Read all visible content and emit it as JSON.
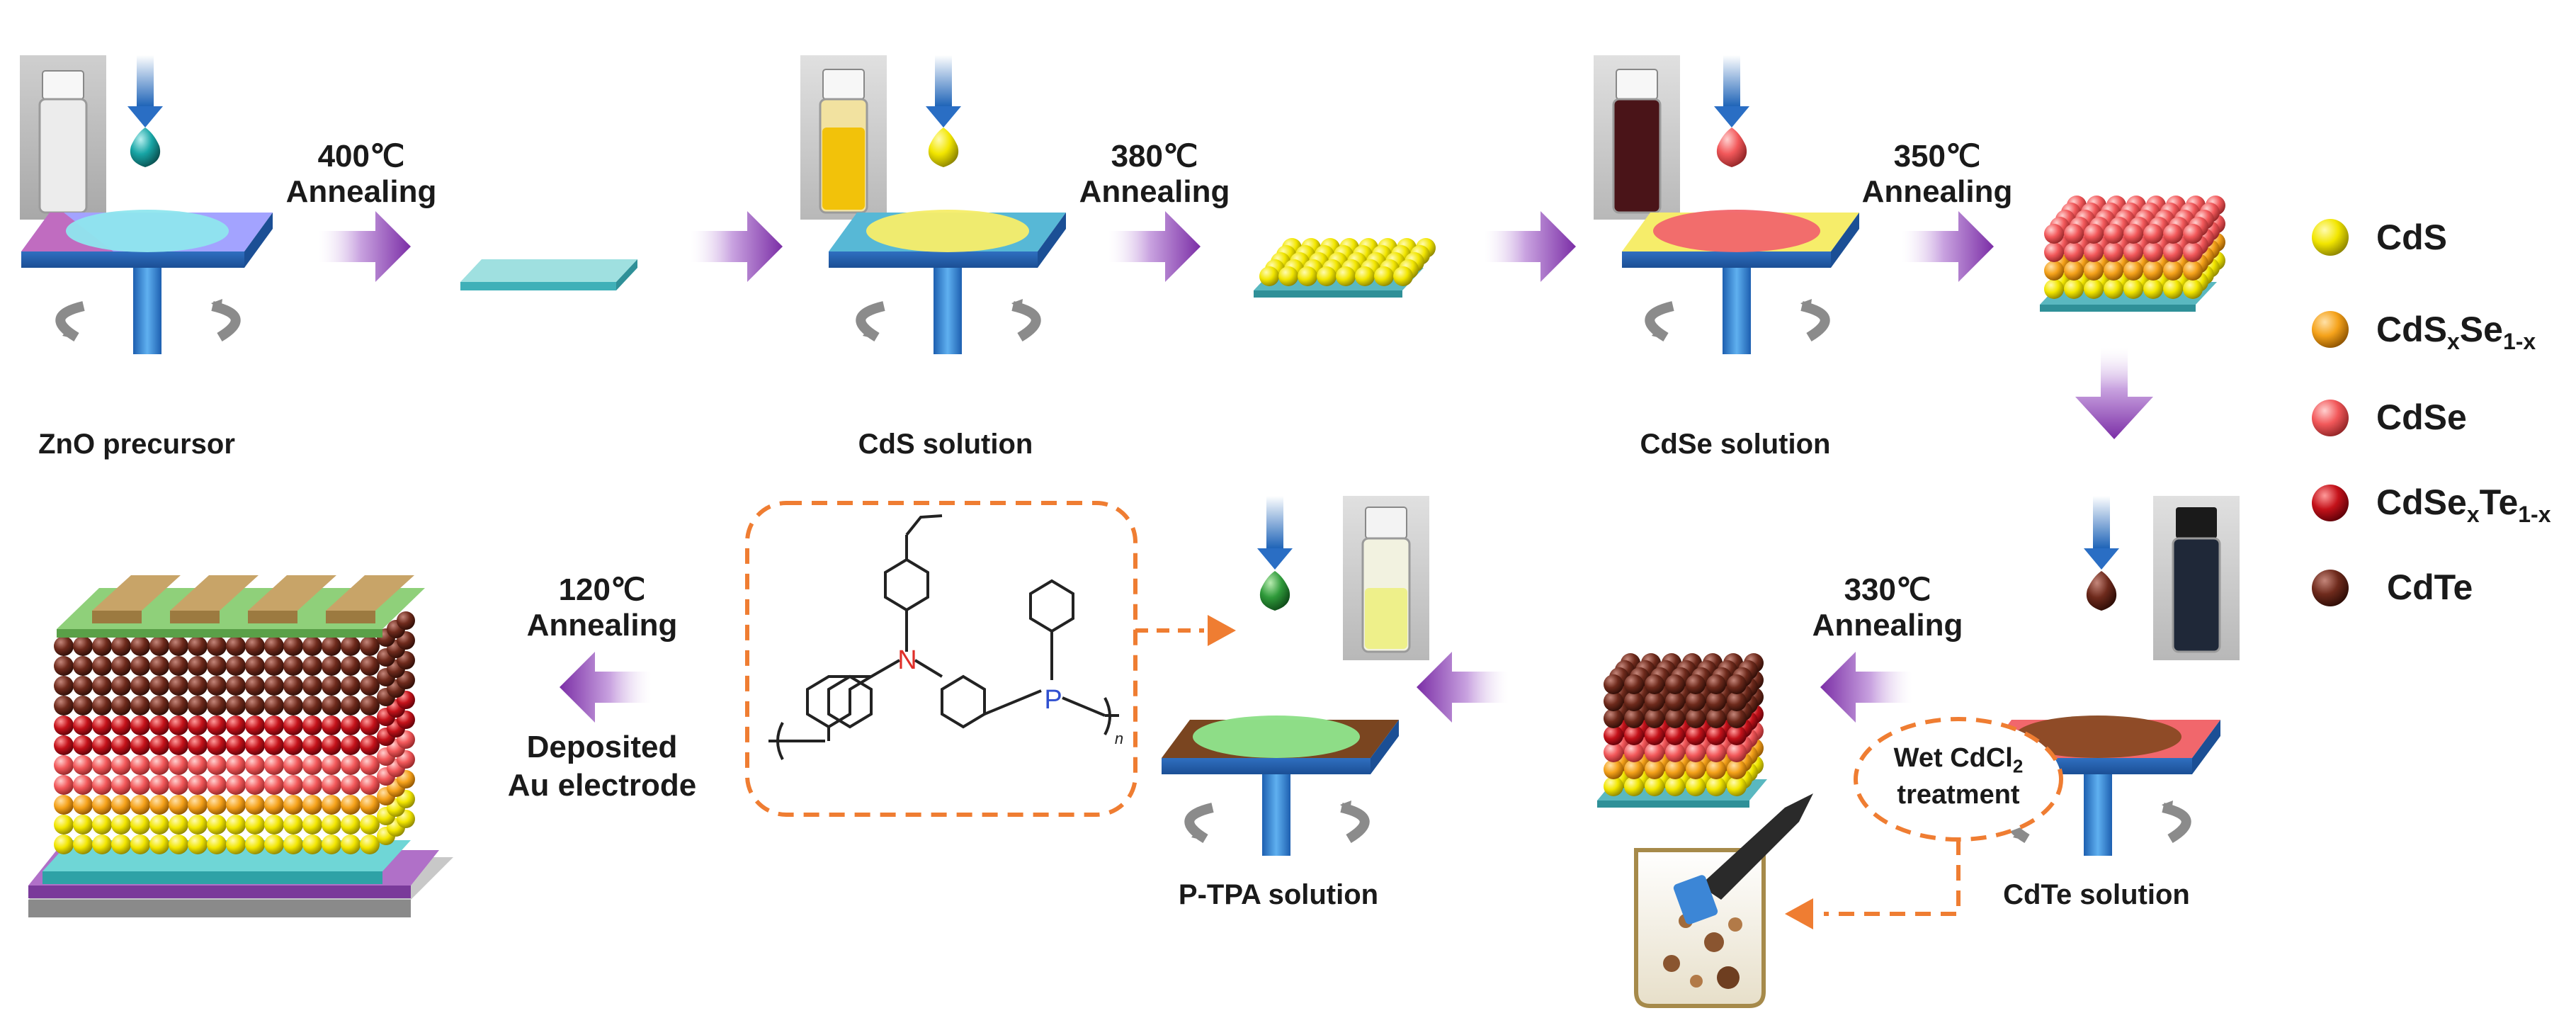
{
  "steps": {
    "zno_precursor": "ZnO precursor",
    "cds_solution": "CdS solution",
    "cdse_solution": "CdSe solution",
    "cdte_solution": "CdTe solution",
    "ptpa_solution": "P-TPA solution"
  },
  "annealing": {
    "t400": "400℃",
    "t380": "380℃",
    "t350": "350℃",
    "t330": "330℃",
    "t120": "120℃",
    "word": "Annealing"
  },
  "deposit": {
    "line1": "Deposited",
    "line2": "Au electrode"
  },
  "treatment": {
    "line1_prefix": "Wet CdCl",
    "line1_sub": "2",
    "line2": "treatment"
  },
  "structure": {
    "atom_n": "N",
    "atom_p": "P",
    "subscript_n": "n"
  },
  "legend": [
    {
      "base": "CdS",
      "sub1": "",
      "mid": "",
      "sub2": "",
      "color": "#f2e600"
    },
    {
      "base": "CdS",
      "sub1": "x",
      "mid": "Se",
      "sub2": "1-x",
      "color": "#f5a21a"
    },
    {
      "base": "CdSe",
      "sub1": "",
      "mid": "",
      "sub2": "",
      "color": "#f2585a"
    },
    {
      "base": "CdSe",
      "sub1": "x",
      "mid": "Te",
      "sub2": "1-x",
      "color": "#c4121a"
    },
    {
      "base": "CdTe",
      "sub1": "",
      "mid": "",
      "sub2": "",
      "color": "#6e2a1c"
    }
  ],
  "colors": {
    "arrow_purple": "#8a3fb0",
    "dashed_orange": "#ef7d32",
    "substrate_blue": "#3f85d6",
    "zno_cyan": "#7fdbdb",
    "au_gold": "#c8a468"
  }
}
